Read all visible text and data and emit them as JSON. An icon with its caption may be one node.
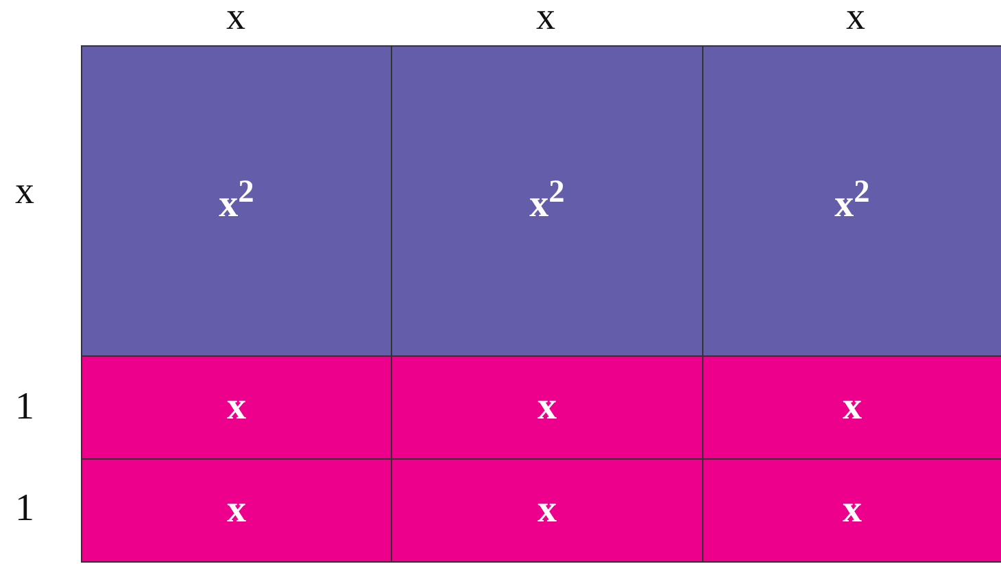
{
  "diagram": {
    "nodes": [
      {
        "text": [
          "x$^{2}$"
        ]
      },
      {
        "text": [
          "x$^{2}$"
        ]
      },
      {
        "text": [
          "x$^{2}$"
        ]
      },
      {
        "text": [
          "x"
        ]
      },
      {
        "text": [
          "x"
        ]
      },
      {
        "text": [
          "x"
        ]
      },
      {
        "text": [
          "x"
        ]
      },
      {
        "text": [
          "x"
        ]
      },
      {
        "text": [
          "x"
        ]
      }
    ],
    "labels": [
      "x",
      "x",
      "x",
      "x",
      "1",
      "1"
    ]
  }
}
